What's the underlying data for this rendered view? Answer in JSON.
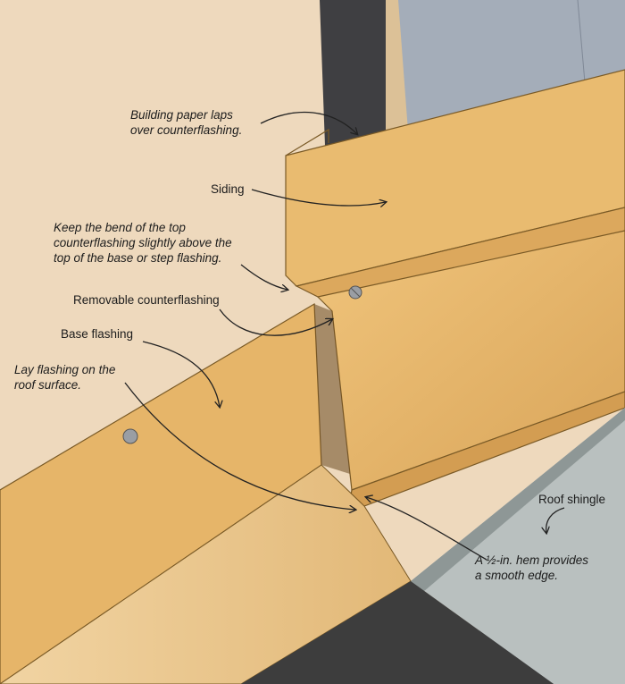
{
  "callouts": {
    "building_paper": [
      "Building paper laps",
      "over counterflashing."
    ],
    "siding": "Siding",
    "keep_bend": [
      "Keep the bend of the top",
      "counterflashing slightly above the",
      "top of the base or step flashing."
    ],
    "removable_counterflashing": "Removable counterflashing",
    "base_flashing": "Base flashing",
    "lay_flashing": [
      "Lay flashing on the",
      "roof surface."
    ],
    "roof_shingle": "Roof shingle",
    "hem": [
      "A ½-in. hem provides",
      "a smooth edge."
    ]
  },
  "colors": {
    "wall": "#eed9bd",
    "flashing": "#e6b569",
    "flashing_edge": "#7a5a26",
    "roof_deck": "#e9c48a",
    "underlayment": "#4a4a4a",
    "shingle": "#b9c0bf",
    "building_paper": "#3f3f42",
    "siding": "#9fa8b4",
    "siding_edge": "#d9bd92",
    "screw": "#9a9ea4",
    "arrow": "#222222"
  }
}
